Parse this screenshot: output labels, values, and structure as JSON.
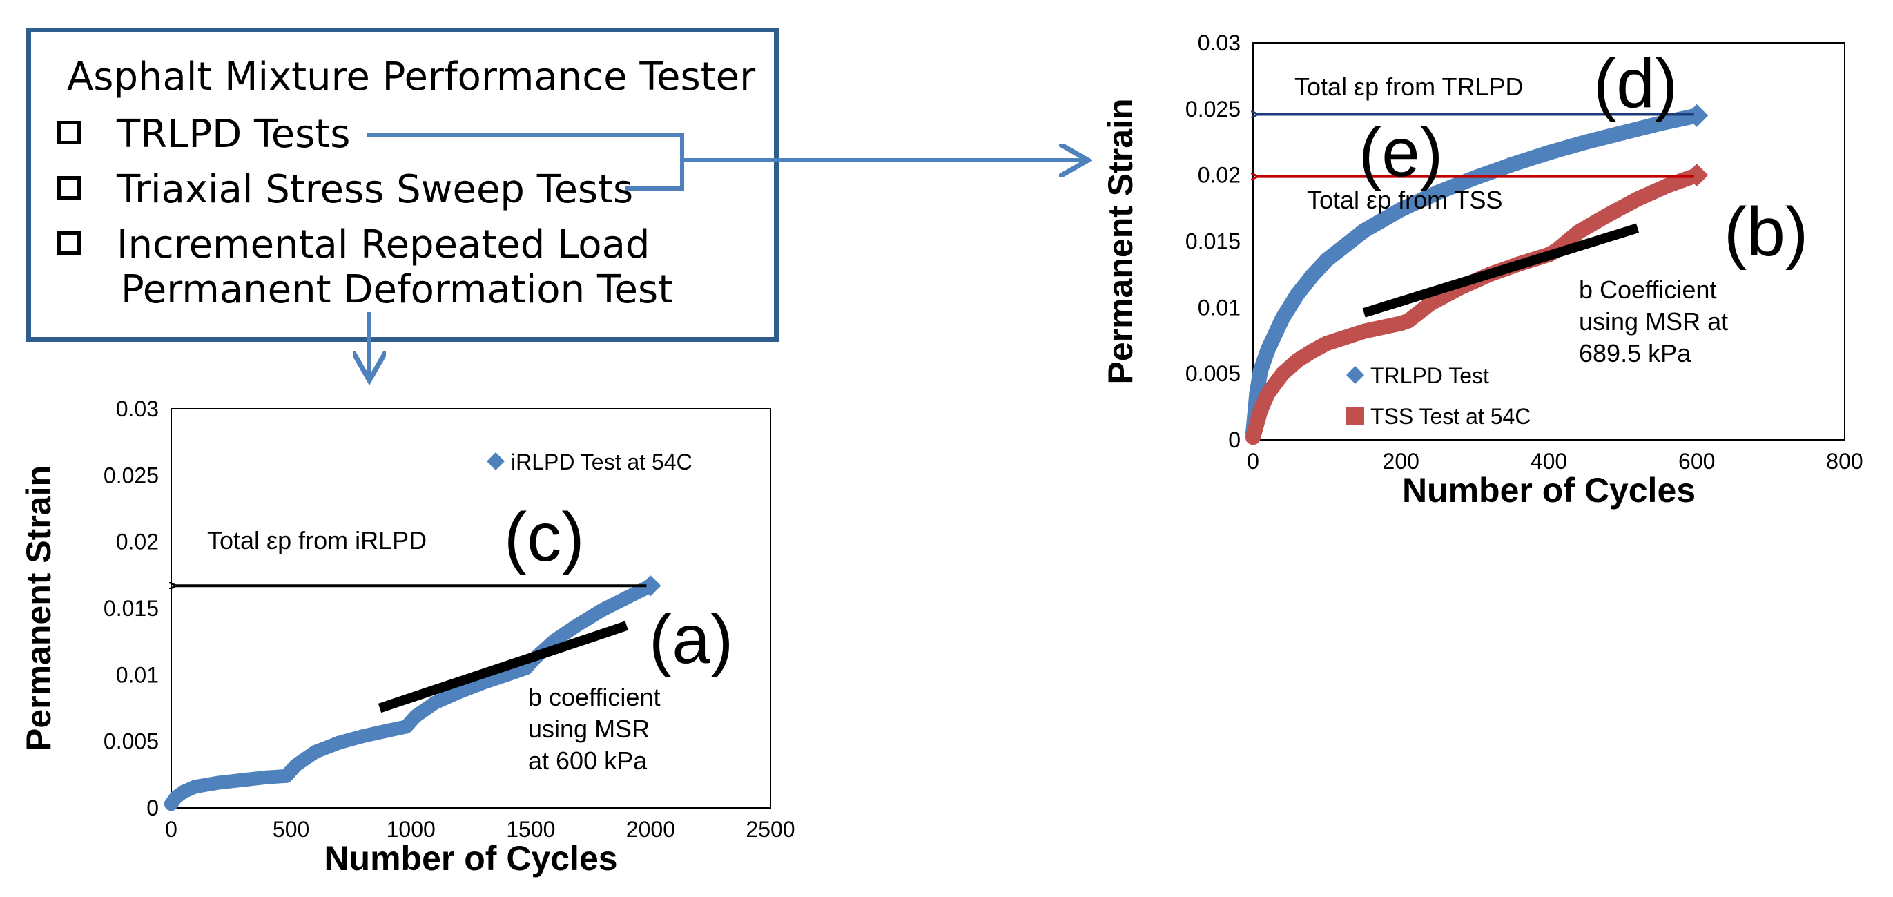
{
  "info_box": {
    "title": "Asphalt Mixture Performance Tester",
    "items": [
      "TRLPD Tests",
      "Triaxial Stress Sweep Tests",
      "Incremental Repeated Load"
    ],
    "item_continuation": "Permanent Deformation Test"
  },
  "colors": {
    "box_border": "#2f5e8e",
    "connector": "#4f81bd",
    "blue_series": "#4f81bd",
    "red_series": "#c0504d",
    "arrow_black": "#000000",
    "arrow_navy": "#1f3a7a",
    "arrow_red": "#c00000"
  },
  "chart_data": [
    {
      "type": "scatter",
      "panel_label": "(a)",
      "xlabel": "Number of Cycles",
      "ylabel": "Permanent Strain",
      "xlim": [
        0,
        2500
      ],
      "ylim": [
        0,
        0.03
      ],
      "x_ticks": [
        "0",
        "500",
        "1000",
        "1500",
        "2000",
        "2500"
      ],
      "y_ticks": [
        "0",
        "0.005",
        "0.01",
        "0.015",
        "0.02",
        "0.025",
        "0.03"
      ],
      "grid": false,
      "legend_position": "top-right",
      "series": [
        {
          "name": "iRLPD Test at 54C",
          "color": "#4f81bd",
          "x": [
            0,
            20,
            50,
            100,
            200,
            300,
            400,
            480,
            520,
            600,
            700,
            800,
            900,
            980,
            1020,
            1100,
            1200,
            1300,
            1400,
            1480,
            1520,
            1600,
            1700,
            1800,
            1900,
            2000
          ],
          "y": [
            0.0003,
            0.0008,
            0.0012,
            0.0016,
            0.0019,
            0.0021,
            0.0023,
            0.0024,
            0.0032,
            0.0042,
            0.0049,
            0.0054,
            0.0058,
            0.0061,
            0.0069,
            0.0079,
            0.0087,
            0.0094,
            0.01,
            0.0105,
            0.0113,
            0.0126,
            0.0138,
            0.0149,
            0.0158,
            0.0167
          ]
        }
      ],
      "trend_line": {
        "label": "b coefficient using MSR at 600 kPa",
        "x": [
          870,
          1900
        ],
        "y": [
          0.0075,
          0.0137
        ]
      },
      "annotation_lines": [
        "b coefficient",
        "using MSR",
        "at 600 kPa"
      ],
      "total_arrow": {
        "label": "Total εp from iRLPD",
        "letter": "(c)",
        "y": 0.0167,
        "x_from": 2000
      }
    },
    {
      "type": "scatter",
      "panel_label": "(b)",
      "xlabel": "Number of Cycles",
      "ylabel": "Permanent Strain",
      "xlim": [
        0,
        800
      ],
      "ylim": [
        0,
        0.03
      ],
      "x_ticks": [
        "0",
        "200",
        "400",
        "600",
        "800"
      ],
      "y_ticks": [
        "0",
        "0.005",
        "0.01",
        "0.015",
        "0.02",
        "0.025",
        "0.03"
      ],
      "grid": false,
      "legend_position": "bottom-left",
      "series": [
        {
          "name": "TRLPD Test",
          "color": "#4f81bd",
          "x": [
            0,
            5,
            10,
            20,
            40,
            60,
            80,
            100,
            150,
            200,
            250,
            300,
            350,
            400,
            450,
            500,
            550,
            600
          ],
          "y": [
            0.0005,
            0.0035,
            0.0052,
            0.0068,
            0.0092,
            0.011,
            0.0124,
            0.0136,
            0.0158,
            0.0174,
            0.0187,
            0.0198,
            0.0208,
            0.0217,
            0.0225,
            0.0232,
            0.0239,
            0.0245
          ]
        },
        {
          "name": "TSS Test at 54C",
          "color": "#c0504d",
          "x": [
            0,
            5,
            10,
            20,
            40,
            60,
            80,
            100,
            150,
            200,
            210,
            240,
            280,
            320,
            360,
            400,
            410,
            440,
            480,
            520,
            560,
            600
          ],
          "y": [
            0.0002,
            0.0012,
            0.0022,
            0.0035,
            0.005,
            0.006,
            0.0067,
            0.0073,
            0.0082,
            0.0088,
            0.009,
            0.0103,
            0.0115,
            0.0125,
            0.0133,
            0.014,
            0.0143,
            0.0157,
            0.017,
            0.0182,
            0.0192,
            0.02
          ]
        }
      ],
      "trend_line": {
        "label": "b Coefficient using MSR at 689.5 kPa",
        "x": [
          150,
          520
        ],
        "y": [
          0.0096,
          0.016
        ]
      },
      "annotation_lines": [
        "b Coefficient",
        "using MSR at",
        "689.5 kPa"
      ],
      "total_arrows": [
        {
          "label": "Total εp from TRLPD",
          "letter": "(d)",
          "y": 0.0246,
          "x_from": 600
        },
        {
          "label": "Total εp from TSS",
          "letter": "(e)",
          "y": 0.0199,
          "x_from": 600
        }
      ]
    }
  ]
}
